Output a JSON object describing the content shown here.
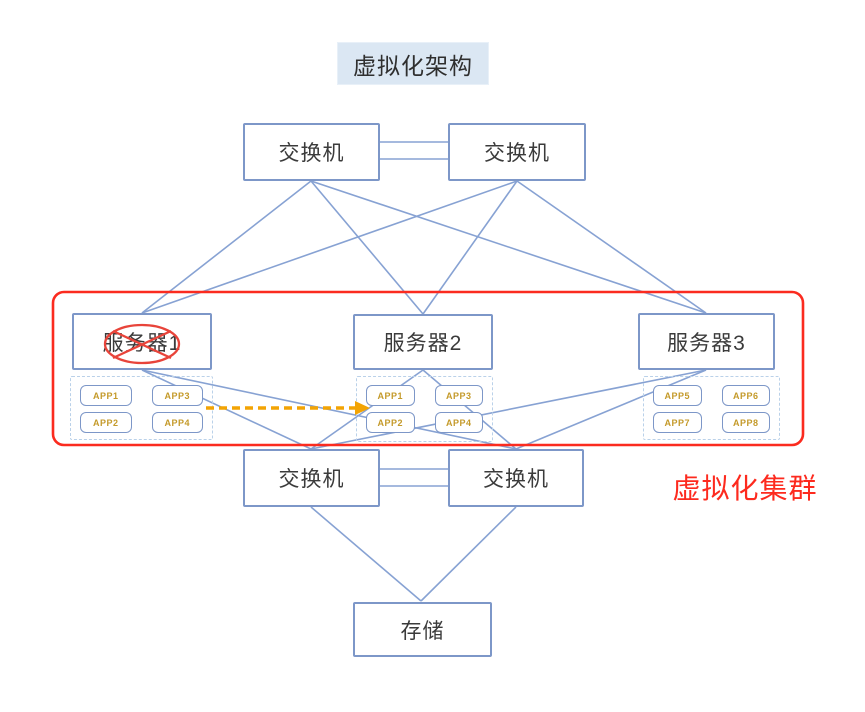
{
  "title": "虚拟化架构",
  "cluster_label": "虚拟化集群",
  "nodes": {
    "top_switch_1": "交换机",
    "top_switch_2": "交换机",
    "server_1": "服务器1",
    "server_2": "服务器2",
    "server_3": "服务器3",
    "bottom_switch_1": "交换机",
    "bottom_switch_2": "交换机",
    "storage": "存储"
  },
  "app_groups": {
    "server_1": [
      "APP1",
      "APP3",
      "APP2",
      "APP4"
    ],
    "server_2": [
      "APP1",
      "APP3",
      "APP2",
      "APP4"
    ],
    "server_3": [
      "APP5",
      "APP6",
      "APP7",
      "APP8"
    ]
  },
  "icons": {
    "failure_cross": "crossed-out-ellipse-icon",
    "migration_arrow": "dashed-arrow-right-icon"
  },
  "colors": {
    "line_blue": "#87a2d3",
    "box_border": "#7d97c8",
    "cluster_red": "#fb2b1f",
    "label_red": "#fd2a1e",
    "arrow_gold": "#f3a404",
    "app_text_gold": "#c49a2a",
    "title_bg": "#dbe7f3"
  }
}
